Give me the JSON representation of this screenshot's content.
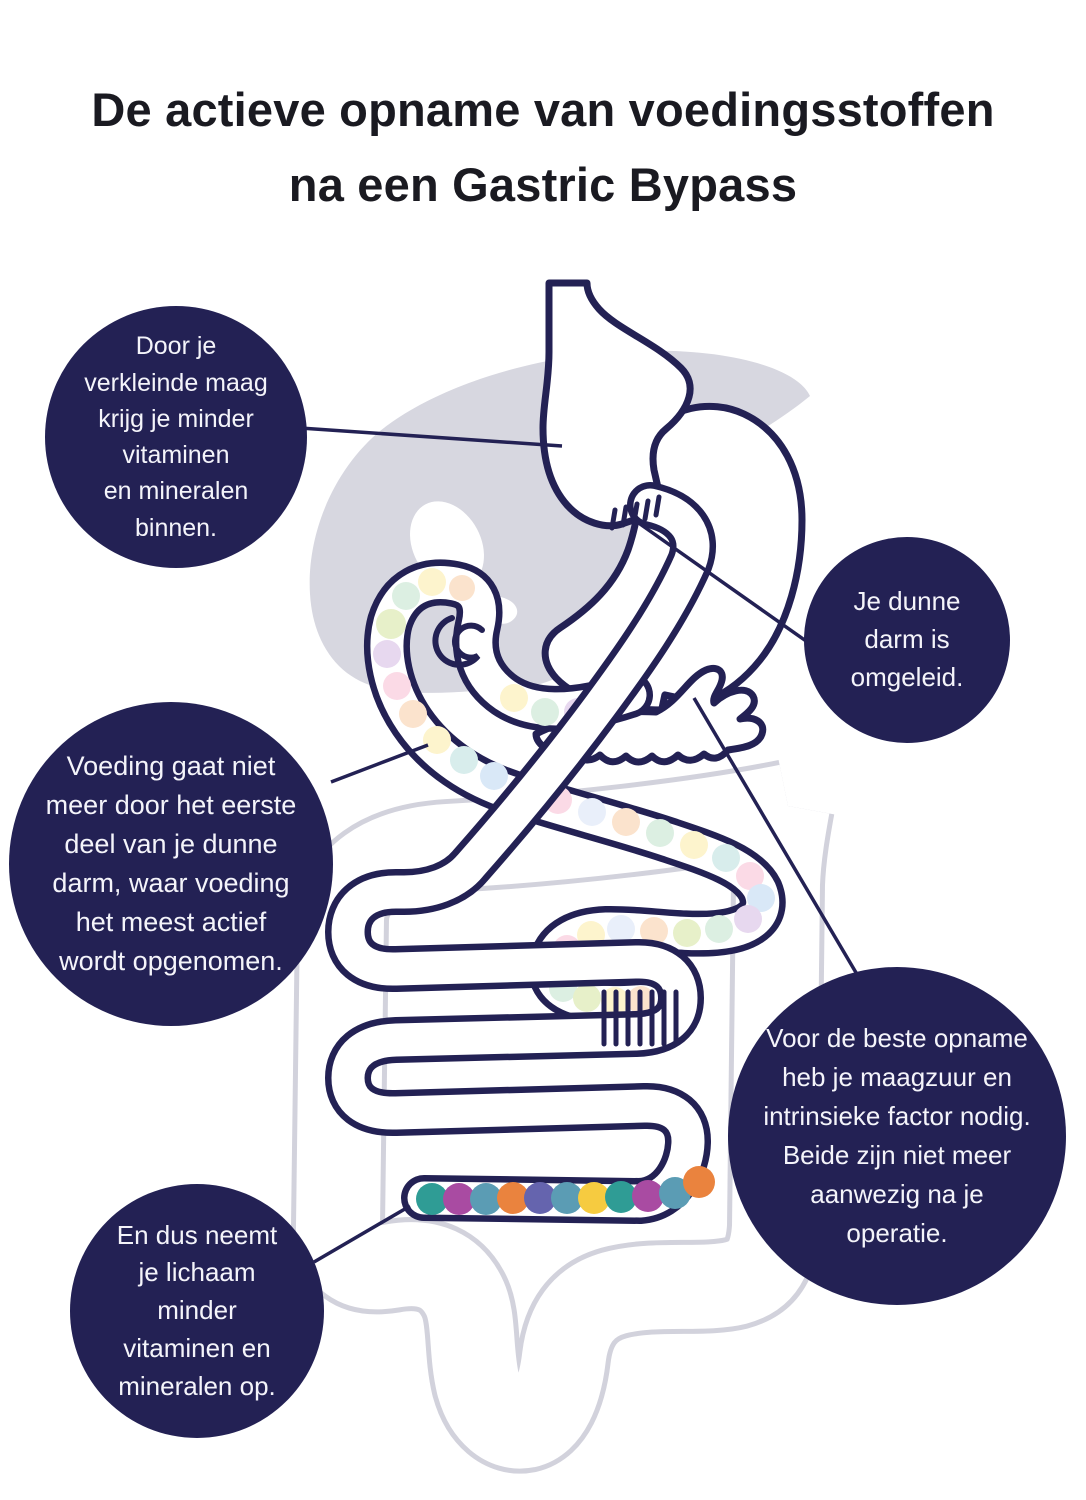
{
  "title": {
    "line1": "De actieve opname van voedingsstoffen",
    "line2": "na een Gastric Bypass"
  },
  "callouts": {
    "smaller_stomach": {
      "text": "Door je\nverkleinde maag\nkrijg je minder\nvitaminen\nen mineralen\nbinnen."
    },
    "rerouted_intestine": {
      "text": "Je dunne\ndarm is\nomgeleid."
    },
    "bypassed_first_part": {
      "text": "Voeding gaat niet\nmeer door het eerste\ndeel van je dunne\ndarm, waar voeding\nhet meest actief\nwordt opgenomen."
    },
    "acid_intrinsic_factor": {
      "text": "Voor de beste opname\nheb je maagzuur en\nintrinsieke factor nodig.\nBeide zijn niet meer\naanwezig na je\noperatie."
    },
    "less_absorption": {
      "text": "En dus neemt\nje lichaam\nminder\nvitaminen en\nmineralen op."
    }
  },
  "colors": {
    "navy": "#232154",
    "ink": "#1a1a21",
    "calloutText": "#f4f4fa",
    "liver": "#d7d7e0",
    "colonGray": "#d2d2dc",
    "white": "#ffffff",
    "pastel1": "#dcefe2",
    "pastel2": "#fdf4cd",
    "pastel3": "#fbe3cd",
    "pastel4": "#d9e8f7",
    "pastel5": "#e7d8ef",
    "pastel6": "#e7f0c9",
    "pastel7": "#fbdae6",
    "pastel8": "#d8edec",
    "pastel9": "#e9effa",
    "pastel10": "#f7dfe9",
    "sat1": "#2f9c95",
    "sat2": "#a94ba2",
    "sat3": "#5b9cb4",
    "sat4": "#ea833e",
    "sat5": "#6564ae",
    "sat6": "#f6cb40"
  }
}
